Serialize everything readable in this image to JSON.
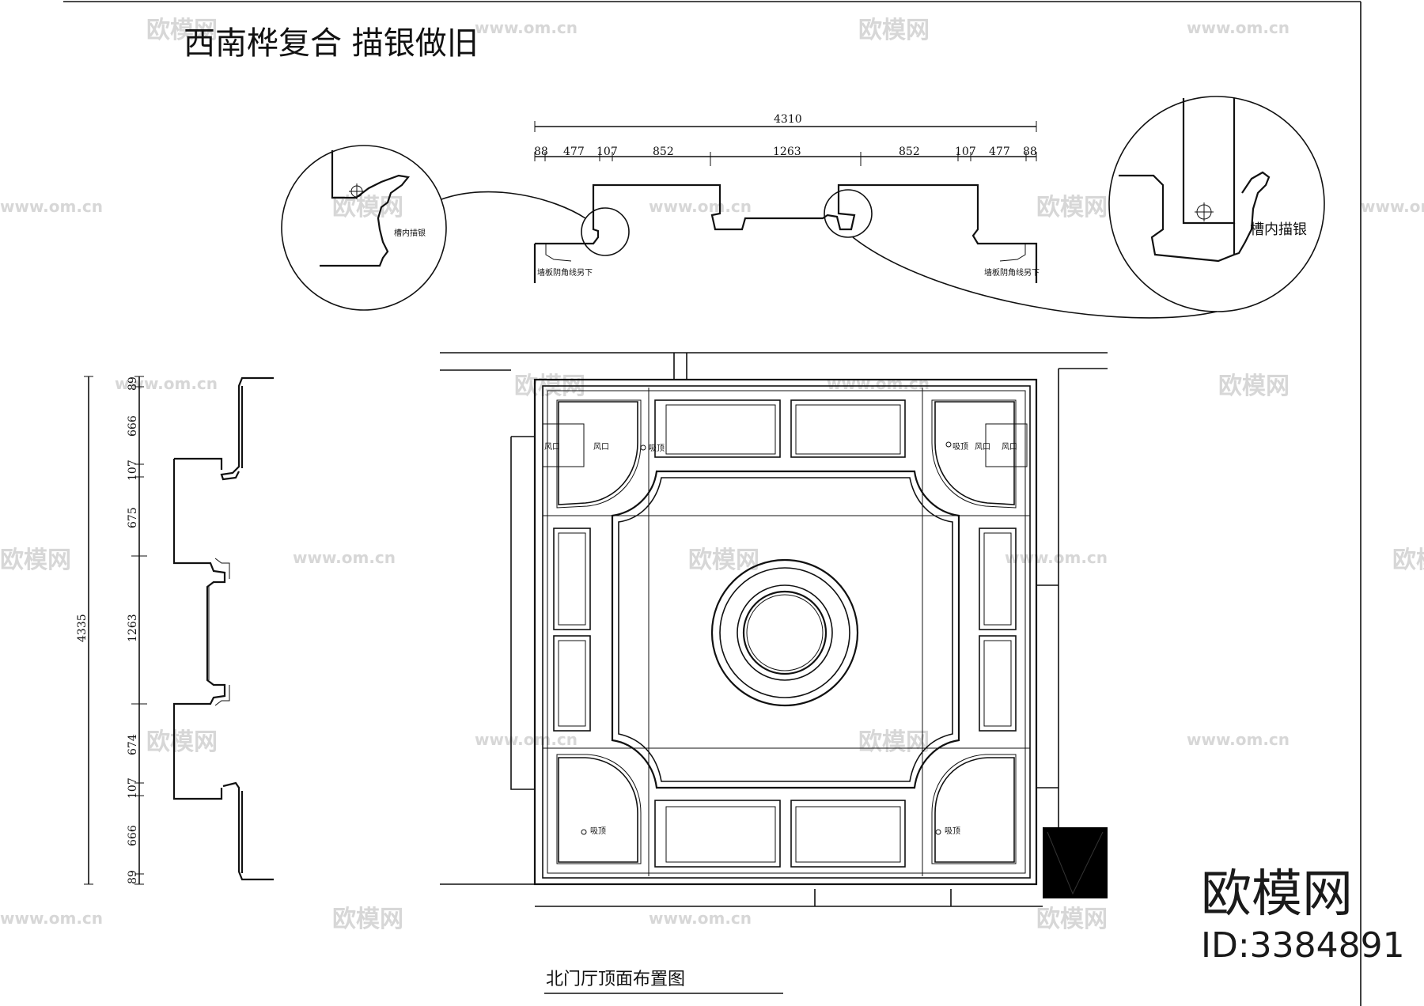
{
  "title": "西南桦复合  描银做旧",
  "bottom_title": "北门厅顶面布置图",
  "top_section": {
    "total": "4310",
    "segments": [
      "88",
      "477",
      "107",
      "852",
      "1263",
      "852",
      "107",
      "477",
      "88"
    ],
    "note_left": "墙板阴角线另下",
    "note_right": "墙板阴角线另下"
  },
  "detail_left_label": "槽内描银",
  "detail_right_label": "槽内描银",
  "side_section": {
    "total": "4335",
    "segments": [
      "89",
      "666",
      "107",
      "675",
      "1263",
      "674",
      "107",
      "666",
      "89"
    ]
  },
  "plan_labels": {
    "vent_1": "风口",
    "vent_2": "风口",
    "vent_3": "风口",
    "vent_4": "风口",
    "lamp_1": "吸顶",
    "lamp_2": "吸顶",
    "lamp_3": "吸顶",
    "lamp_4": "吸顶"
  },
  "watermark": {
    "brand": "欧模网",
    "id": "ID:3384891",
    "url": "www.om.cn"
  }
}
